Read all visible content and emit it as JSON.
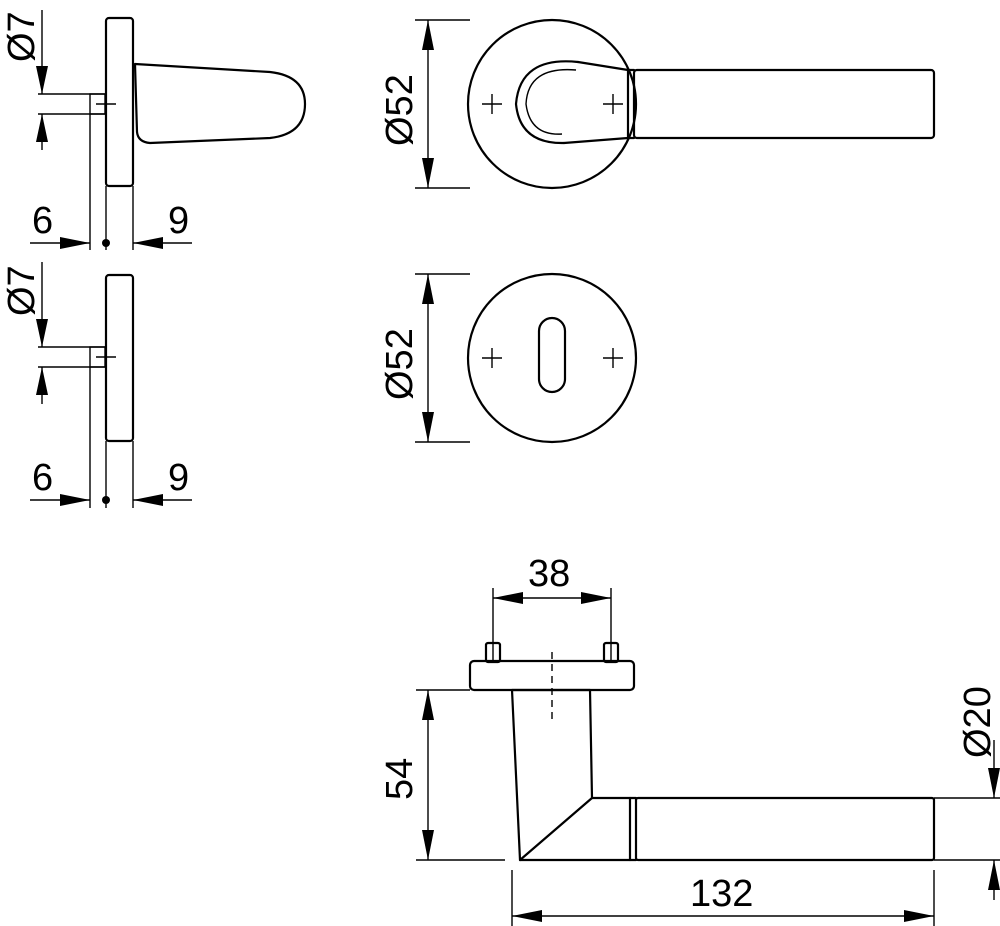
{
  "dimensions": {
    "top_left_spindle_dia": "Ø7",
    "top_left_offset_left": "6",
    "top_left_offset_right": "9",
    "bottom_left_spindle_dia": "Ø7",
    "bottom_left_offset_left": "6",
    "bottom_left_offset_right": "9",
    "top_rose_dia": "Ø52",
    "key_rose_dia": "Ø52",
    "screw_spacing": "38",
    "lever_height": "54",
    "lever_length": "132",
    "lever_dia": "Ø20"
  }
}
